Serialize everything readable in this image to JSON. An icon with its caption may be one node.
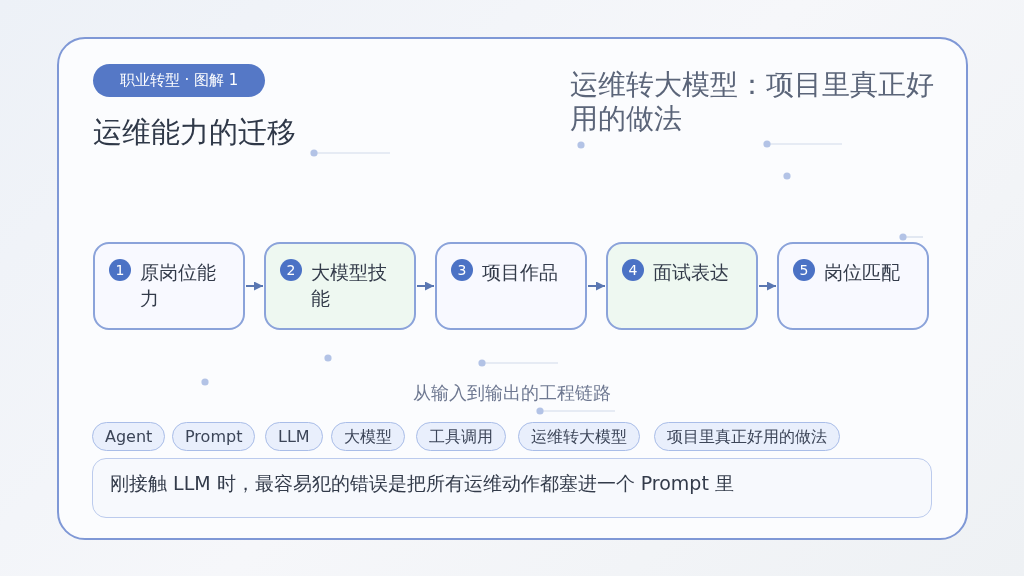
{
  "diagram": {
    "title": "运维能力的迁移",
    "caption": "从输入到输出的工程链路",
    "nodes": [
      {
        "text": [
          "职业转型 · 图解 1"
        ]
      },
      {
        "text": [
          "1",
          "原岗位能力"
        ]
      },
      {
        "text": [
          "2",
          "大模型技能"
        ]
      },
      {
        "text": [
          "3",
          "项目作品"
        ]
      },
      {
        "text": [
          "4",
          "面试表达"
        ]
      },
      {
        "text": [
          "5",
          "岗位匹配"
        ]
      },
      {
        "text": [
          "Agent"
        ]
      },
      {
        "text": [
          "Prompt"
        ]
      },
      {
        "text": [
          "LLM"
        ]
      },
      {
        "text": [
          "大模型"
        ]
      },
      {
        "text": [
          "工具调用"
        ]
      },
      {
        "text": [
          "运维转大模型"
        ]
      },
      {
        "text": [
          "项目里真正好用的做法"
        ]
      },
      {
        "text": [
          "刚接触 LLM 时，最容易犯的错误是把所有运维动作都塞进一个 Prompt 里"
        ]
      }
    ],
    "edges": [
      {
        "from": 1,
        "to": 2,
        "arrow": "to"
      },
      {
        "from": 2,
        "to": 3,
        "arrow": "to"
      },
      {
        "from": 3,
        "to": 4,
        "arrow": "to"
      },
      {
        "from": 4,
        "to": 5,
        "arrow": "to"
      }
    ],
    "labels": [
      "运维转大模型：项目里真正好用的做法"
    ]
  }
}
